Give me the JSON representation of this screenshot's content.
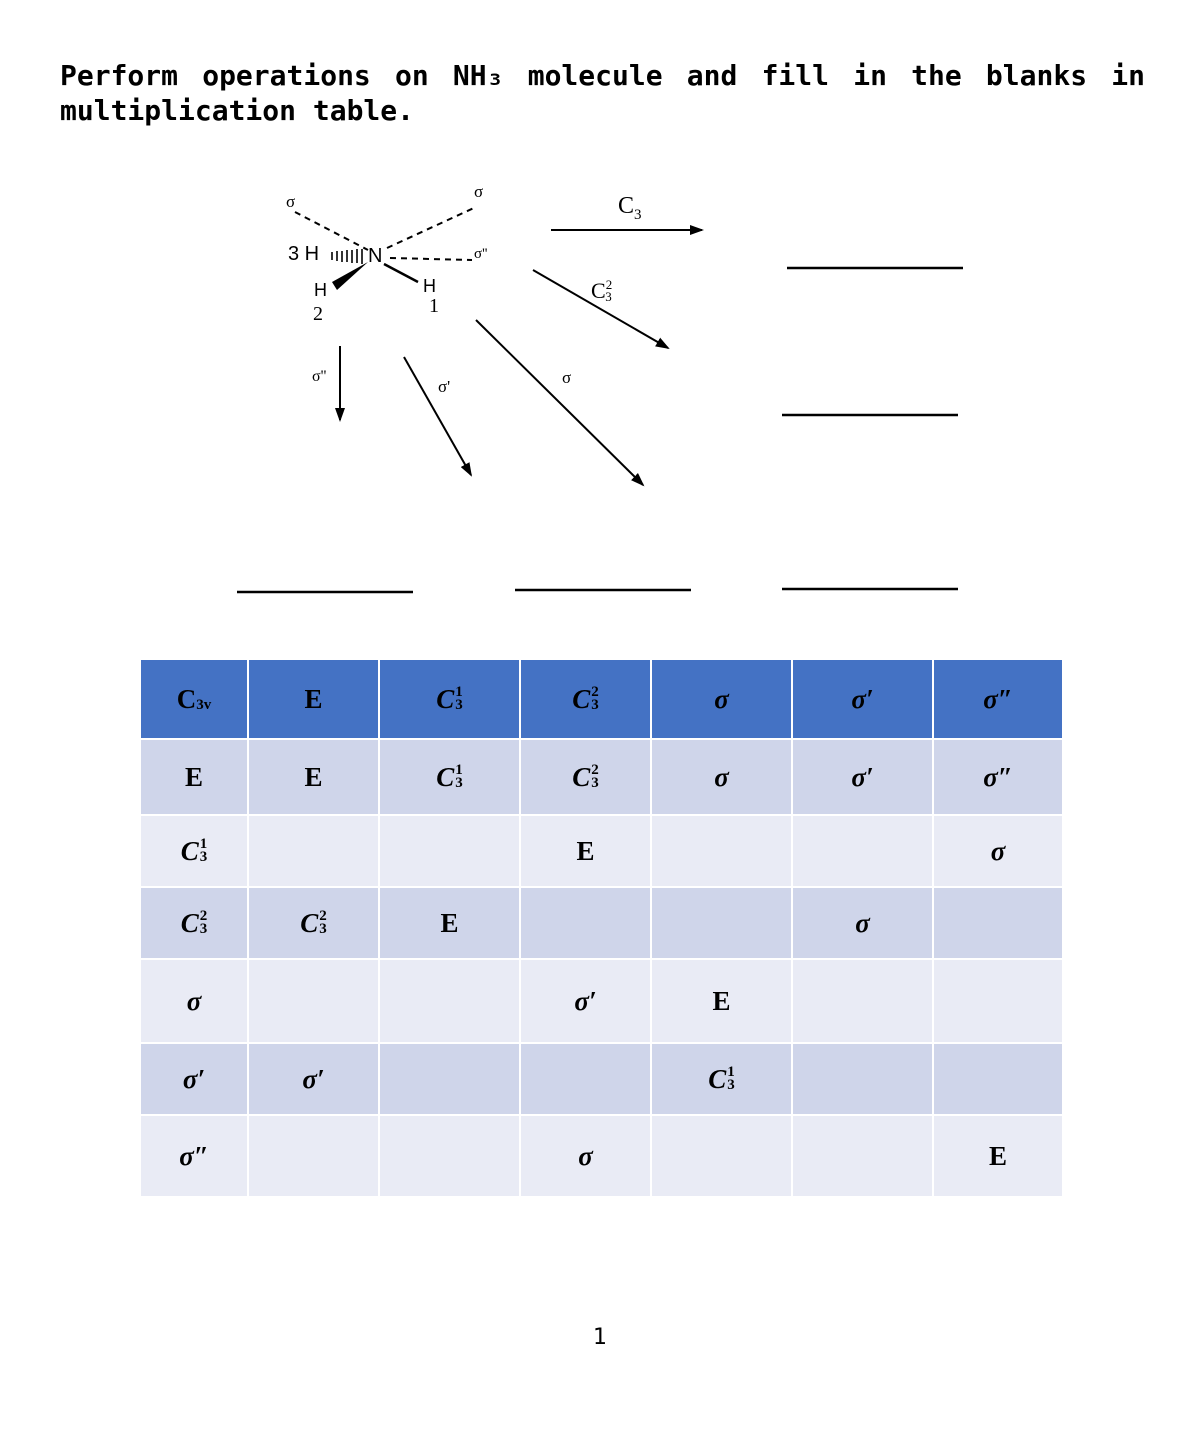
{
  "title": "Perform operations on NH₃ molecule and fill in the blanks in multiplication table.",
  "diagram": {
    "labels": {
      "sigma": "σ",
      "sigma_prime": "σ'",
      "sigma_double": "σ''",
      "h3": "3 H",
      "n": "N",
      "h2": "H",
      "h2_num": "2",
      "h1": "H",
      "h1_num": "1",
      "c3": "C",
      "c3_sub": "3",
      "c32": "C",
      "c32_sup": "2",
      "c32_sub": "3"
    }
  },
  "table": {
    "header": [
      "C3v",
      "E",
      "C¹₃",
      "C²₃",
      "σ",
      "σ'",
      "σ''"
    ],
    "rows": [
      [
        "E",
        "E",
        "C¹₃",
        "C²₃",
        "σ",
        "σ'",
        "σ''"
      ],
      [
        "C¹₃",
        "",
        "",
        "E",
        "",
        "",
        "σ"
      ],
      [
        "C²₃",
        "C²₃",
        "E",
        "",
        "",
        "σ",
        ""
      ],
      [
        "σ",
        "",
        "",
        "σ'",
        "E",
        "",
        ""
      ],
      [
        "σ'",
        "σ'",
        "",
        "",
        "C¹₃",
        "",
        ""
      ],
      [
        "σ''",
        "",
        "",
        "σ",
        "",
        "",
        "E"
      ]
    ]
  },
  "page_number": "1"
}
